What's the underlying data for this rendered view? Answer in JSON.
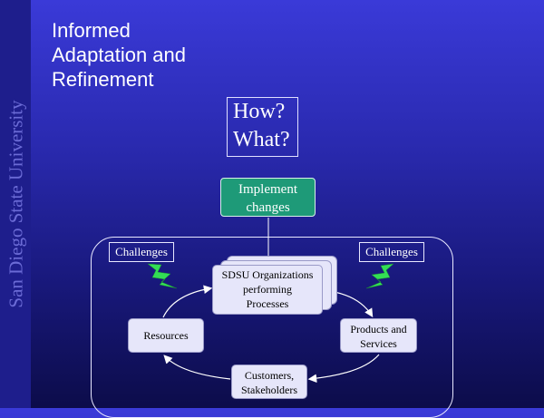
{
  "slide": {
    "university": "San Diego State University",
    "title_lines": [
      "Informed",
      "Adaptation and",
      "Refinement"
    ],
    "question_lines": [
      "How?",
      "What?"
    ],
    "implement_lines": [
      "Implement",
      "changes"
    ],
    "challenges_left": "Challenges",
    "challenges_right": "Challenges",
    "sdsu_lines": [
      "SDSU Organizations",
      "performing",
      "Processes"
    ],
    "resources": "Resources",
    "products_lines": [
      "Products and",
      "Services"
    ],
    "customers_lines": [
      "Customers,",
      "Stakeholders"
    ],
    "colors": {
      "background": "#2a2ab0",
      "implement_fill": "#1e9a78",
      "node_fill": "#e6e6fa",
      "lightning": "#33dd55"
    },
    "icons": [
      "lightning-icon",
      "lightning-icon"
    ]
  }
}
